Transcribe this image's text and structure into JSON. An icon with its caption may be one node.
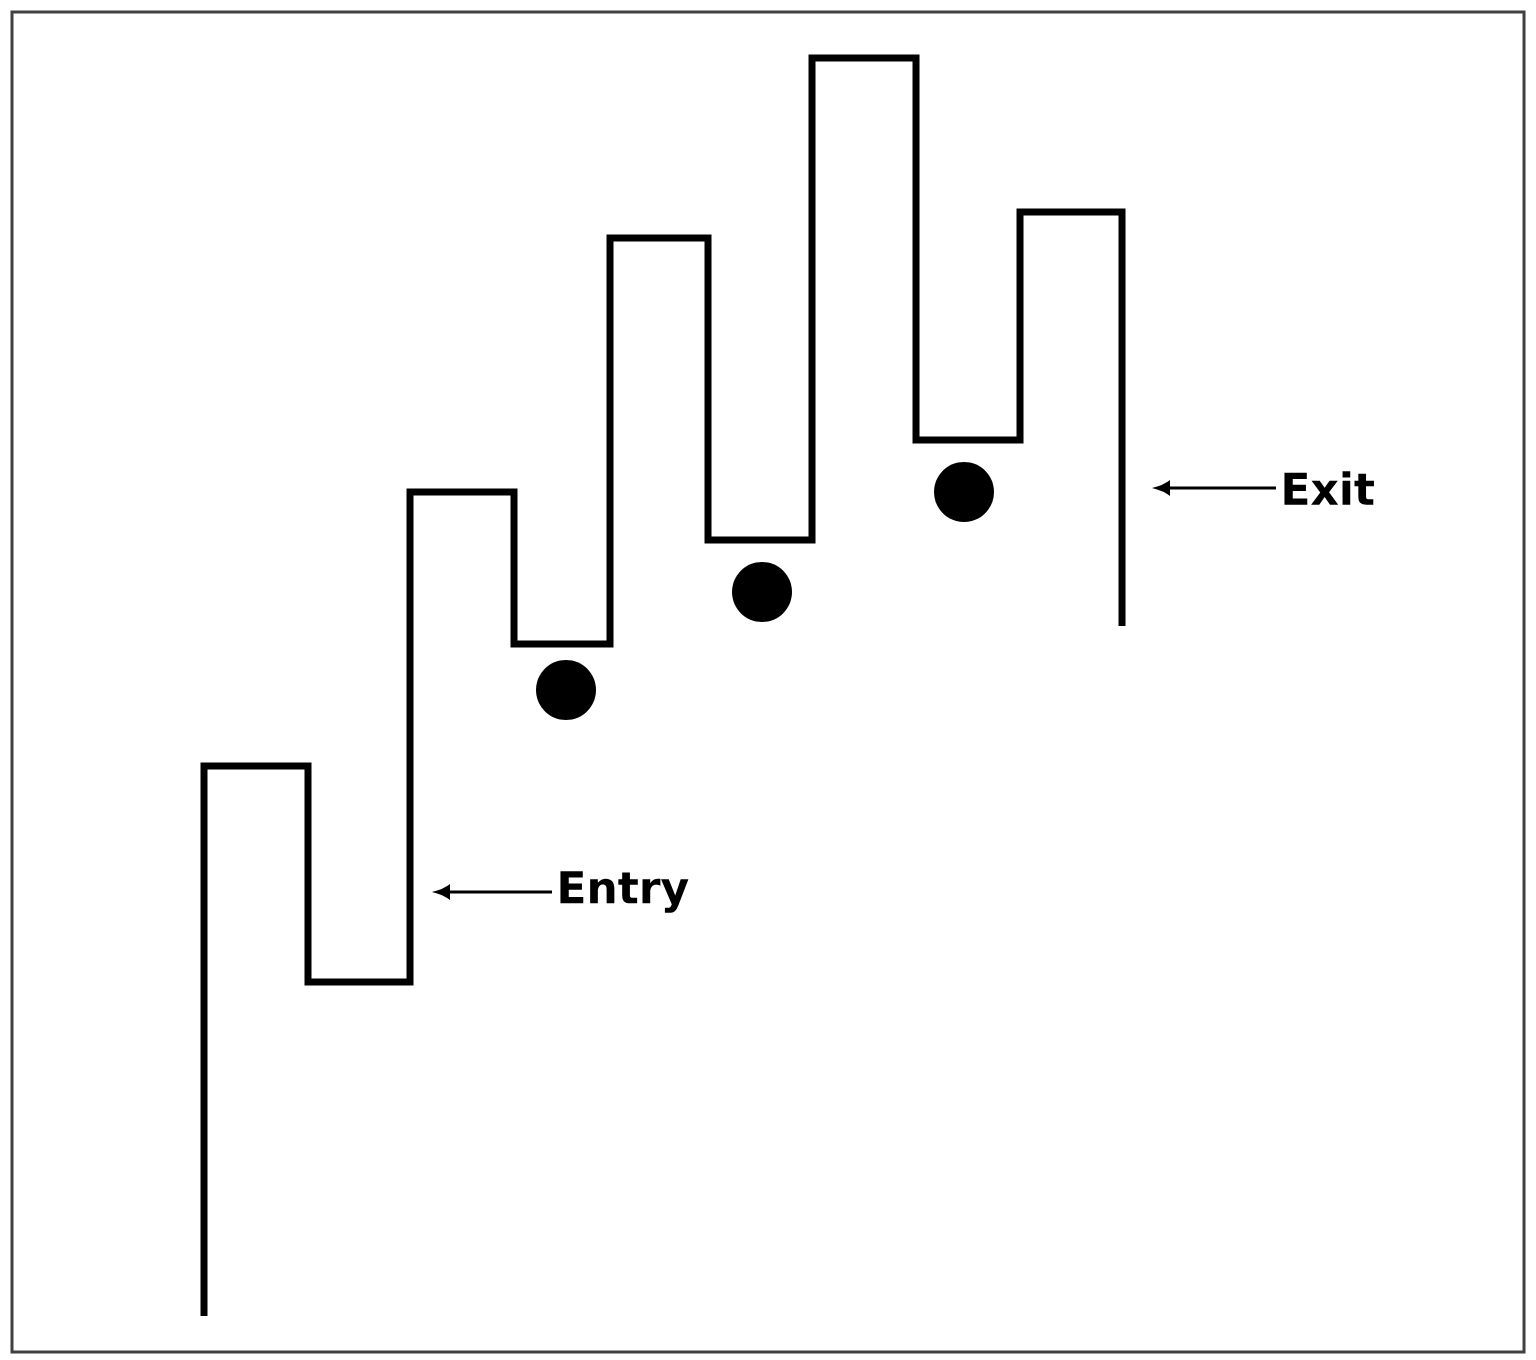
{
  "diagram": {
    "nodes": [
      {
        "text": [
          "Entry"
        ]
      },
      {
        "text": [
          "Exit"
        ]
      }
    ],
    "edges": [
      {
        "from": 0,
        "to": null,
        "arrow": "to"
      },
      {
        "from": 1,
        "to": null,
        "arrow": "to"
      }
    ]
  }
}
